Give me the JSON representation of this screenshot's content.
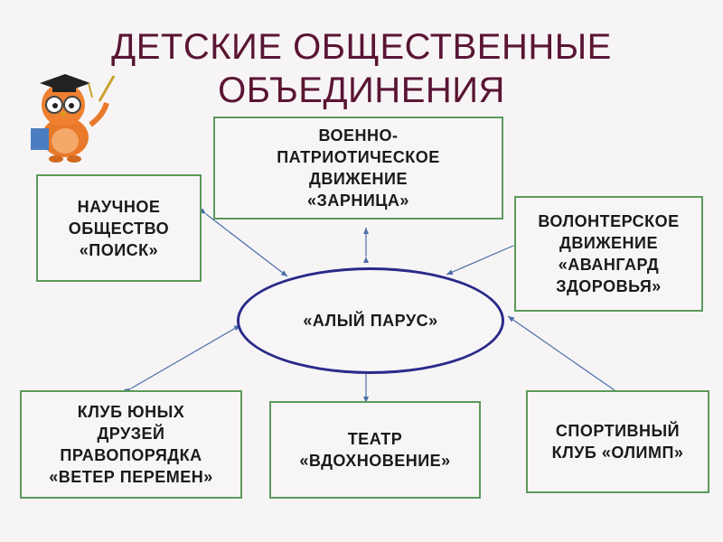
{
  "title": {
    "line1": "ДЕТСКИЕ ОБЩЕСТВЕННЫЕ",
    "line2": "ОБЪЕДИНЕНИЯ"
  },
  "center": {
    "label": "«АЛЫЙ ПАРУС»"
  },
  "boxes": {
    "military": {
      "lines": [
        "ВОЕННО-",
        "ПАТРИОТИЧЕСКОЕ",
        "ДВИЖЕНИЕ",
        "«ЗАРНИЦА»"
      ]
    },
    "science": {
      "lines": [
        "НАУЧНОЕ",
        "ОБЩЕСТВО",
        "«ПОИСК»"
      ]
    },
    "volunteer": {
      "lines": [
        "ВОЛОНТЕРСКОЕ",
        "ДВИЖЕНИЕ",
        "«АВАНГАРД",
        "ЗДОРОВЬЯ»"
      ]
    },
    "club": {
      "lines": [
        "КЛУБ ЮНЫХ",
        "ДРУЗЕЙ",
        "ПРАВОПОРЯДКА",
        "«ВЕТЕР ПЕРЕМЕН»"
      ]
    },
    "theatre": {
      "lines": [
        "ТЕАТР",
        "«ВДОХНОВЕНИЕ»"
      ]
    },
    "sport": {
      "lines": [
        "СПОРТИВНЫЙ",
        "КЛУБ «ОЛИМП»"
      ]
    }
  },
  "colors": {
    "title": "#5a1533",
    "box_border": "#5a9a5a",
    "ellipse_border": "#2a2a8a",
    "arrow": "#4a6fa8"
  },
  "icons": {
    "mascot": "owl-graduate-icon"
  }
}
